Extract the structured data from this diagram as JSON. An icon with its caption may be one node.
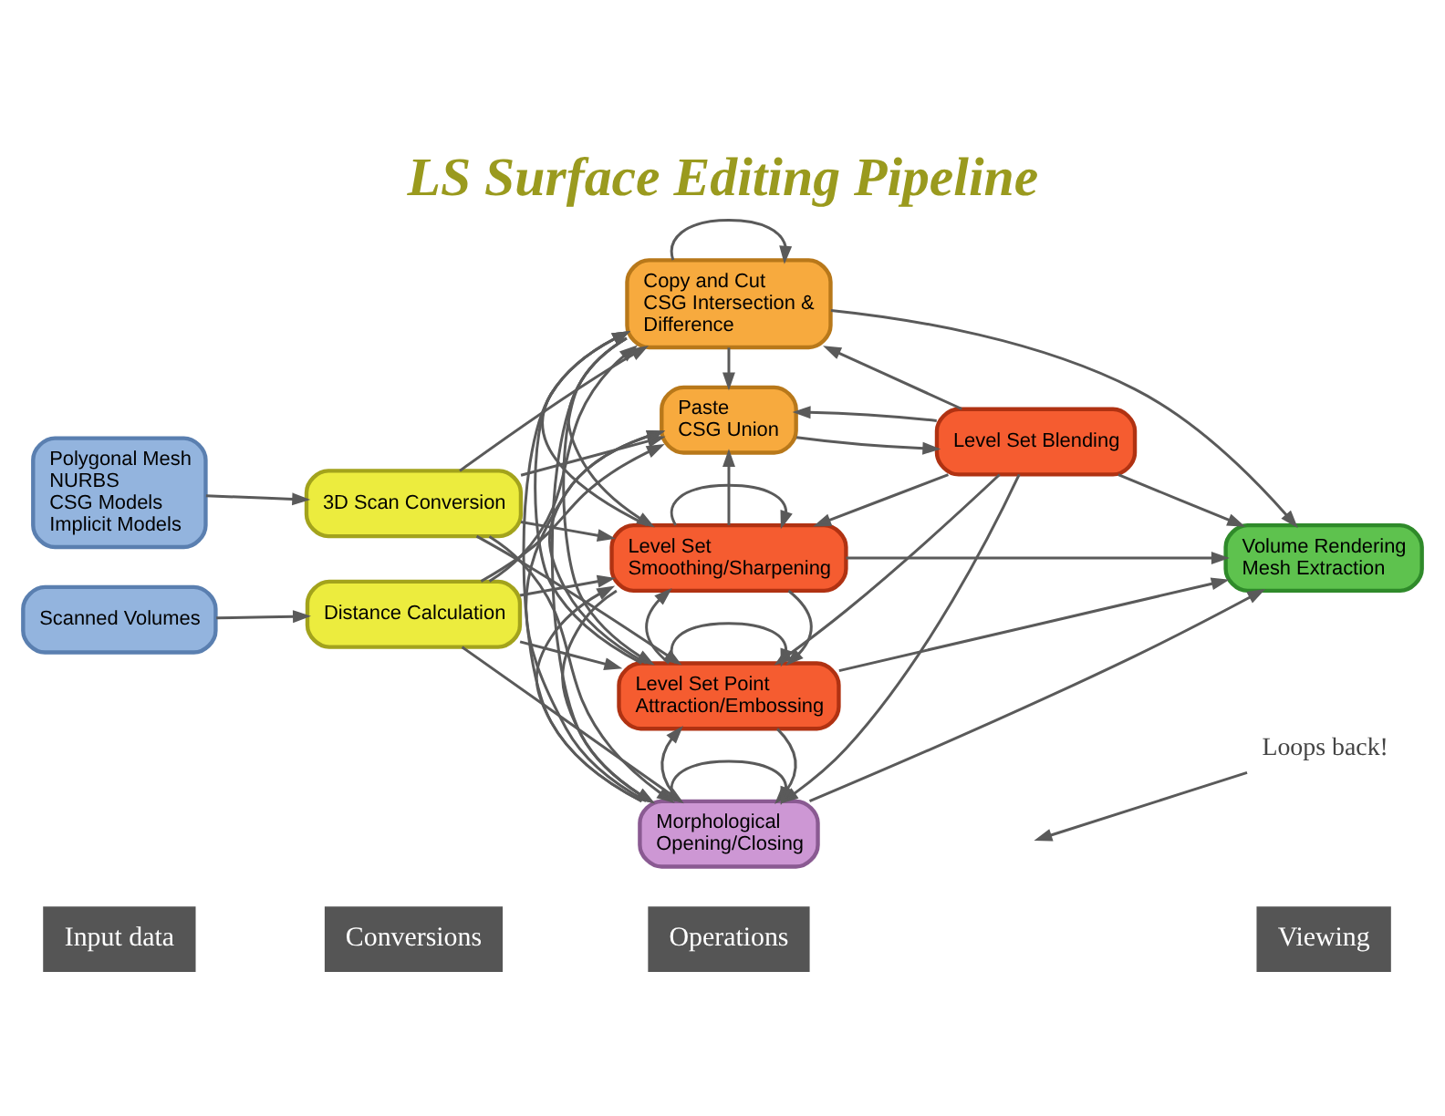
{
  "diagram": {
    "title": "LS Surface Editing Pipeline",
    "nodes": [
      {
        "text": [
          "Polygonal Mesh",
          "NURBS",
          "CSG Models",
          "Implicit Models"
        ]
      },
      {
        "text": [
          "Scanned Volumes"
        ]
      },
      {
        "text": [
          "3D Scan Conversion"
        ]
      },
      {
        "text": [
          "Distance Calculation"
        ]
      },
      {
        "text": [
          "Copy and Cut",
          "CSG Intersection & Difference"
        ]
      },
      {
        "text": [
          "Paste",
          "CSG Union"
        ]
      },
      {
        "text": [
          "Level Set Blending"
        ]
      },
      {
        "text": [
          "Level Set Smoothing/Sharpening"
        ]
      },
      {
        "text": [
          "Level Set Point Attraction/Embossing"
        ]
      },
      {
        "text": [
          "Morphological Opening/Closing"
        ]
      },
      {
        "text": [
          "Volume Rendering",
          "Mesh Extraction"
        ]
      },
      {
        "text": [
          "Loops back!"
        ]
      }
    ],
    "edges": [
      {
        "from": 0,
        "to": 2,
        "arrow": "to"
      },
      {
        "from": 1,
        "to": 3,
        "arrow": "to"
      },
      {
        "from": 2,
        "to": 4,
        "arrow": "to"
      },
      {
        "from": 2,
        "to": 5,
        "arrow": "to"
      },
      {
        "from": 2,
        "to": 7,
        "arrow": "to"
      },
      {
        "from": 2,
        "to": 8,
        "arrow": "to"
      },
      {
        "from": 2,
        "to": 9,
        "arrow": "to"
      },
      {
        "from": 3,
        "to": 4,
        "arrow": "to"
      },
      {
        "from": 3,
        "to": 5,
        "arrow": "to"
      },
      {
        "from": 3,
        "to": 7,
        "arrow": "to"
      },
      {
        "from": 3,
        "to": 8,
        "arrow": "to"
      },
      {
        "from": 3,
        "to": 9,
        "arrow": "to"
      },
      {
        "from": 5,
        "to": 6,
        "arrow": "to"
      },
      {
        "from": 4,
        "to": 10,
        "arrow": "to"
      },
      {
        "from": 6,
        "to": 10,
        "arrow": "to"
      },
      {
        "from": 7,
        "to": 10,
        "arrow": "to"
      },
      {
        "from": 8,
        "to": 10,
        "arrow": "to"
      },
      {
        "from": 9,
        "to": 10,
        "arrow": "to"
      },
      {
        "from": 4,
        "to": 4,
        "arrow": "to"
      },
      {
        "from": 4,
        "to": 5,
        "arrow": "to"
      },
      {
        "from": 4,
        "to": 7,
        "arrow": "to"
      },
      {
        "from": 4,
        "to": 8,
        "arrow": "to"
      },
      {
        "from": 4,
        "to": 9,
        "arrow": "to"
      },
      {
        "from": 6,
        "to": 4,
        "arrow": "to"
      },
      {
        "from": 6,
        "to": 5,
        "arrow": "to"
      },
      {
        "from": 6,
        "to": 7,
        "arrow": "to"
      },
      {
        "from": 6,
        "to": 8,
        "arrow": "to"
      },
      {
        "from": 6,
        "to": 9,
        "arrow": "to"
      },
      {
        "from": 7,
        "to": 4,
        "arrow": "to"
      },
      {
        "from": 7,
        "to": 5,
        "arrow": "to"
      },
      {
        "from": 7,
        "to": 7,
        "arrow": "to"
      },
      {
        "from": 7,
        "to": 8,
        "arrow": "to"
      },
      {
        "from": 7,
        "to": 9,
        "arrow": "to"
      },
      {
        "from": 8,
        "to": 4,
        "arrow": "to"
      },
      {
        "from": 8,
        "to": 5,
        "arrow": "to"
      },
      {
        "from": 8,
        "to": 7,
        "arrow": "to"
      },
      {
        "from": 8,
        "to": 8,
        "arrow": "to"
      },
      {
        "from": 8,
        "to": 9,
        "arrow": "to"
      },
      {
        "from": 9,
        "to": 4,
        "arrow": "to"
      },
      {
        "from": 9,
        "to": 5,
        "arrow": "to"
      },
      {
        "from": 9,
        "to": 7,
        "arrow": "to"
      },
      {
        "from": 9,
        "to": 8,
        "arrow": "to"
      },
      {
        "from": 9,
        "to": 9,
        "arrow": "to"
      },
      {
        "from": 11,
        "to": null,
        "arrow": "to"
      }
    ],
    "labels": [
      "Input data",
      "Conversions",
      "Operations",
      "Viewing"
    ]
  }
}
